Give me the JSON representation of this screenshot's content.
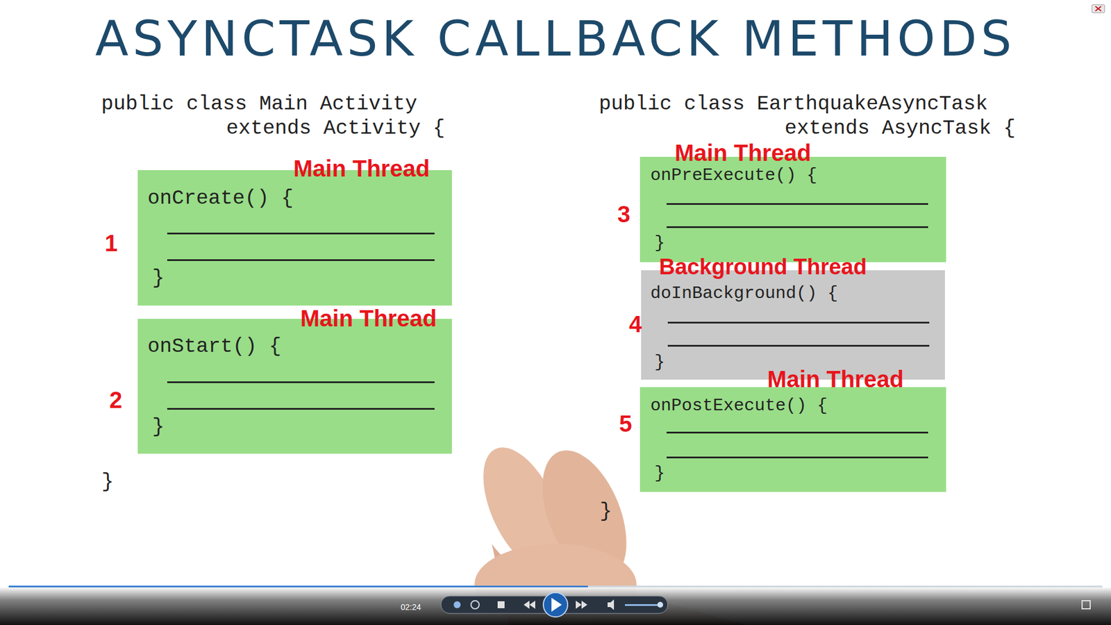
{
  "diagram": {
    "title": "ASYNCTASK CALLBACK METHODS",
    "nodes": [
      {
        "text": [
          "Main Thread",
          "onCreate() {",
          "}"
        ]
      },
      {
        "text": [
          "Main Thread",
          "onStart() {",
          "}"
        ]
      },
      {
        "text": [
          "Main Thread",
          "onPreExecute() {",
          "}"
        ]
      },
      {
        "text": [
          "Background Thread",
          "doInBackground() {",
          "}"
        ]
      },
      {
        "text": [
          "Main Thread",
          "onPostExecute() {",
          "}"
        ]
      }
    ],
    "labels": [
      "public class Main Activity",
      "extends Activity {",
      "}",
      "public class EarthquakeAsyncTask",
      "extends AsyncTask {",
      "}",
      "1",
      "2",
      "3",
      "4",
      "5",
      "02:24"
    ]
  }
}
